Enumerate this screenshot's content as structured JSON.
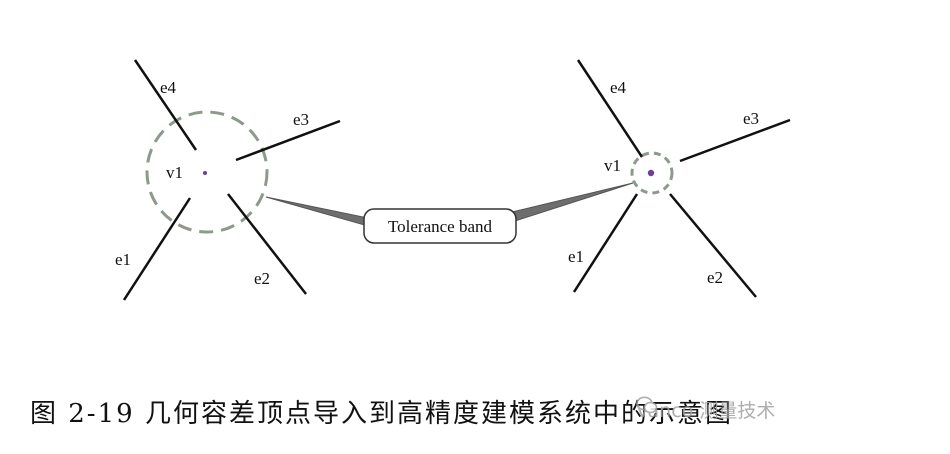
{
  "figure": {
    "left": {
      "vertex_label": "v1",
      "edge_labels": {
        "e1": "e1",
        "e2": "e2",
        "e3": "e3",
        "e4": "e4"
      }
    },
    "right": {
      "vertex_label": "v1",
      "edge_labels": {
        "e1": "e1",
        "e2": "e2",
        "e3": "e3",
        "e4": "e4"
      }
    },
    "callout": "Tolerance band",
    "colors": {
      "line": "#111111",
      "band": "#8c9a8c",
      "vertex": "#6a3fa0"
    }
  },
  "caption": "图 2-19 几何容差顶点导入到高精度建模系统中的示意图",
  "watermark": {
    "icon": "wechat-icon",
    "text": "Vanco 测量技术"
  }
}
